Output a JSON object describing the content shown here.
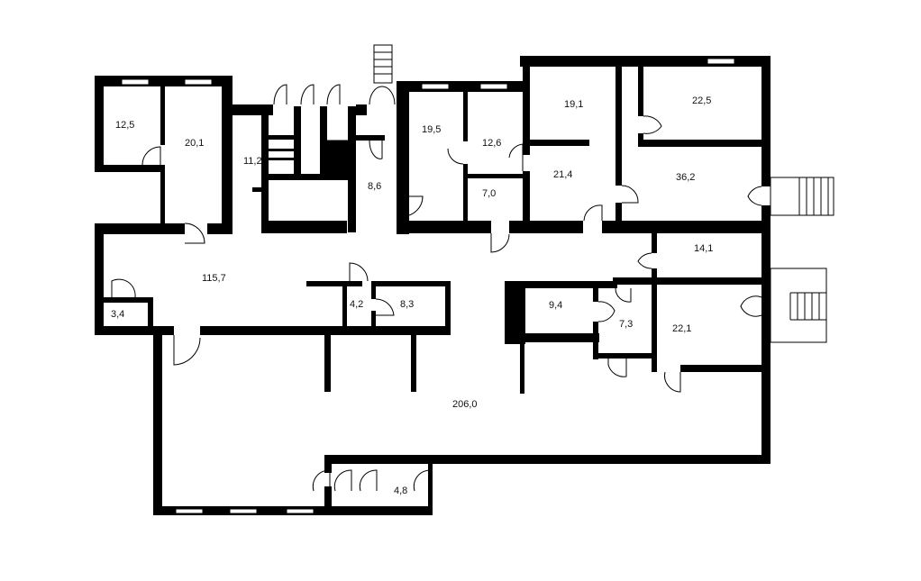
{
  "plan": {
    "rooms": [
      {
        "id": "r1",
        "area": "12,5"
      },
      {
        "id": "r2",
        "area": "20,1"
      },
      {
        "id": "r3",
        "area": "11,2"
      },
      {
        "id": "r4",
        "area": "8,6"
      },
      {
        "id": "r5",
        "area": "19,5"
      },
      {
        "id": "r6",
        "area": "12,6"
      },
      {
        "id": "r7",
        "area": "7,0"
      },
      {
        "id": "r8",
        "area": "19,1"
      },
      {
        "id": "r9",
        "area": "21,4"
      },
      {
        "id": "r10",
        "area": "22,5"
      },
      {
        "id": "r11",
        "area": "36,2"
      },
      {
        "id": "r12",
        "area": "115,7"
      },
      {
        "id": "r13",
        "area": "3,4"
      },
      {
        "id": "r14",
        "area": "4,2"
      },
      {
        "id": "r15",
        "area": "8,3"
      },
      {
        "id": "r16",
        "area": "14,1"
      },
      {
        "id": "r17",
        "area": "9,4"
      },
      {
        "id": "r18",
        "area": "7,3"
      },
      {
        "id": "r19",
        "area": "22,1"
      },
      {
        "id": "r20",
        "area": "206,0"
      },
      {
        "id": "r21",
        "area": "4,8"
      }
    ]
  }
}
